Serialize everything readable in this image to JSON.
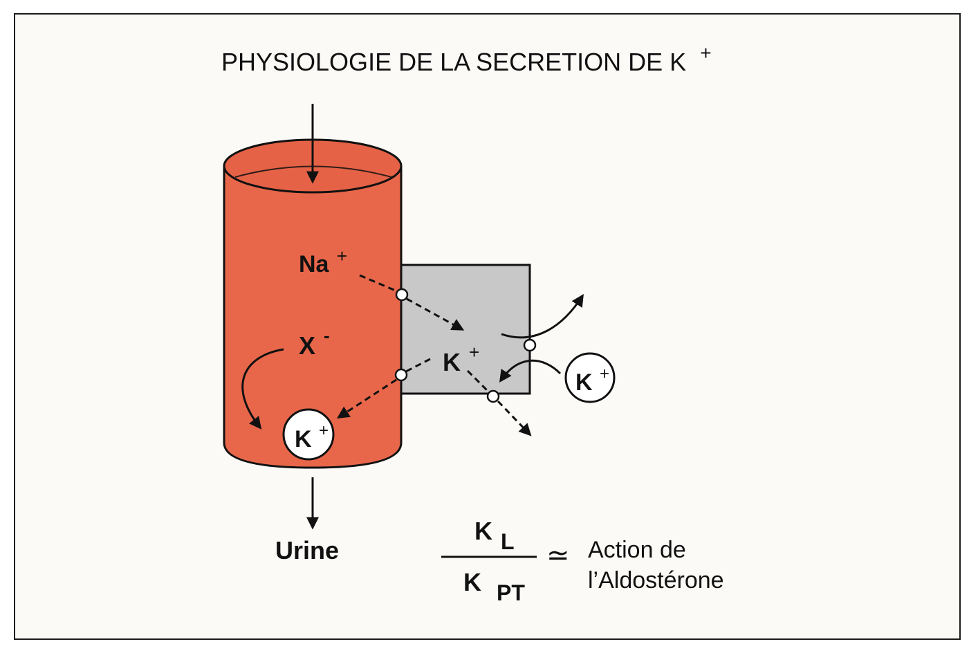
{
  "title": {
    "main": "PHYSIOLOGIE DE LA SECRETION DE K",
    "sup": "+"
  },
  "ions": {
    "na": "Na",
    "na_sup": "+",
    "x": "X",
    "x_sup": "-",
    "k_cell": "K",
    "k_cell_sup": "+",
    "k_lumen": "K",
    "k_lumen_sup": "+",
    "k_blood": "K",
    "k_blood_sup": "+"
  },
  "urine_label": "Urine",
  "formula": {
    "numerator": "K",
    "numerator_sub": "L",
    "denominator": "K",
    "denominator_sub": "PT",
    "approx": "≃",
    "text_line1": "Action de",
    "text_line2": "l’Aldostérone"
  },
  "colors": {
    "tubule": "#e8674a",
    "tubule_top": "#e56246",
    "cell": "#c8c8c8",
    "ink": "#111111"
  }
}
